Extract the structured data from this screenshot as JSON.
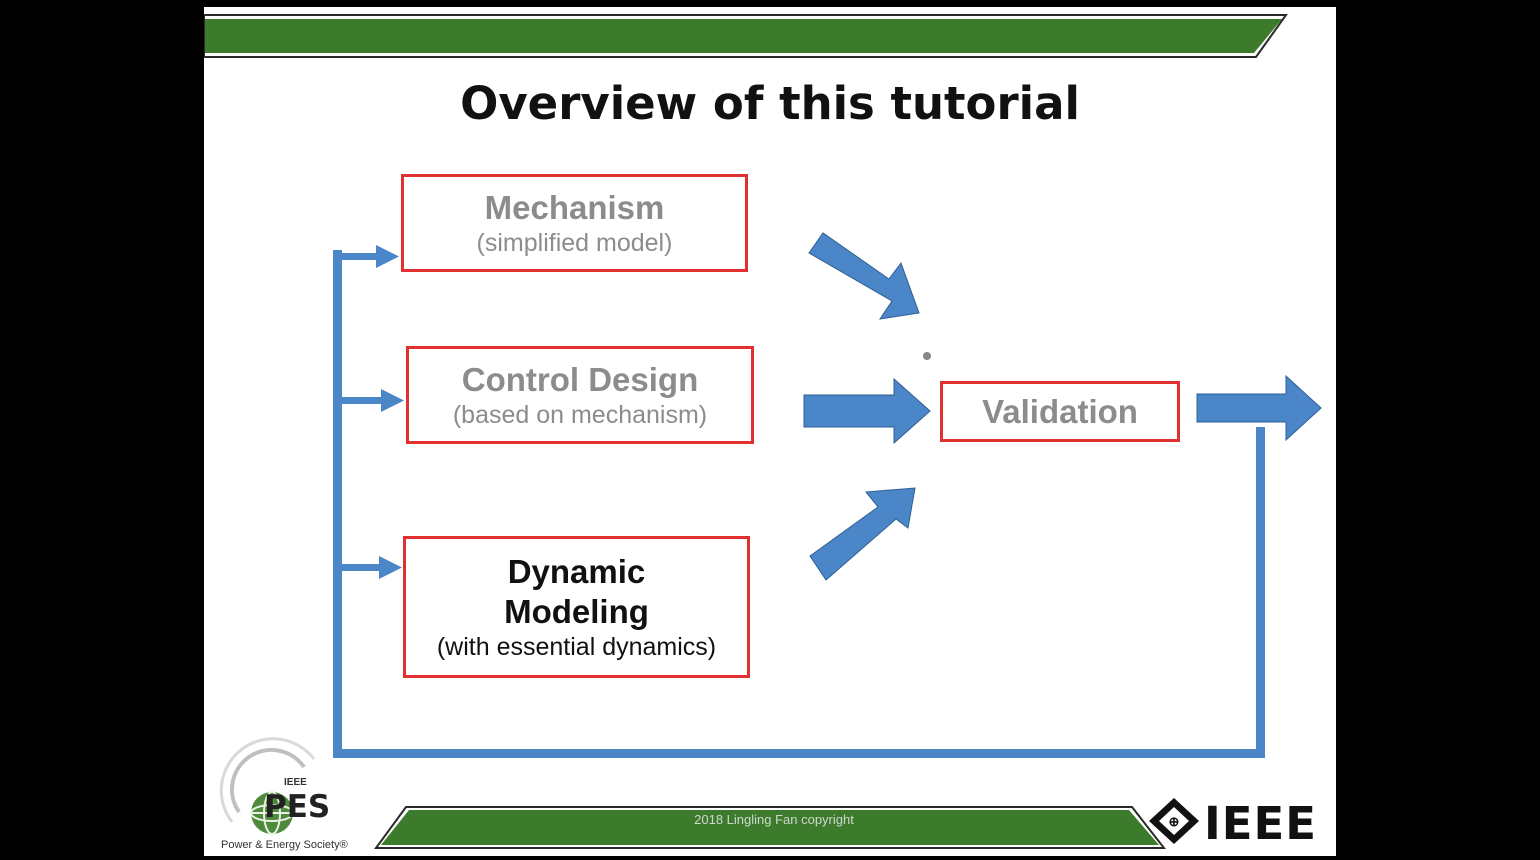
{
  "slide": {
    "title": "Overview of this tutorial",
    "footer": "2018 Lingling Fan copyright"
  },
  "boxes": {
    "mechanism": {
      "main": "Mechanism",
      "sub": "(simplified model)"
    },
    "control_design": {
      "main": "Control Design",
      "sub": "(based on mechanism)"
    },
    "dynamic_modeling": {
      "main_line1": "Dynamic",
      "main_line2": "Modeling",
      "sub": "(with essential dynamics)"
    },
    "validation": {
      "main": "Validation"
    }
  },
  "logos": {
    "pes": {
      "text": "PES",
      "ieee": "IEEE",
      "caption": "Power & Energy Society®"
    },
    "ieee": {
      "text": "IEEE"
    }
  },
  "colors": {
    "green_bar": "#3c7a2c",
    "box_border": "#e03030",
    "arrow_blue": "#4a86c8",
    "muted_text": "#8c8c8c",
    "background": "#000000"
  }
}
